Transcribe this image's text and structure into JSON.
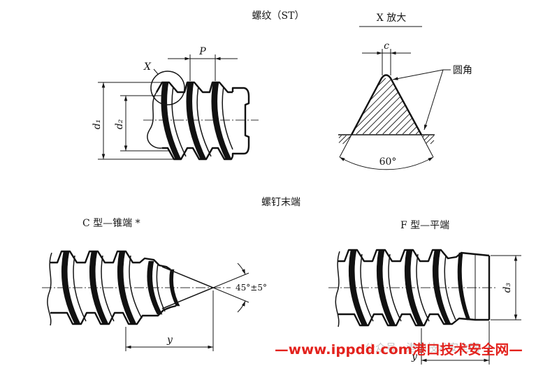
{
  "top": {
    "title": "螺纹（ST）",
    "detail_title": "X 放大",
    "label_p": "P",
    "label_x": "X",
    "label_d1": "d₁",
    "label_d2": "d₂",
    "label_c": "c",
    "label_fillet": "圆角",
    "label_angle": "60°"
  },
  "bottom": {
    "title": "螺钉末端",
    "cone_end": {
      "title": "C 型—锥端 *",
      "label_angle": "45°±5°",
      "label_y": "y"
    },
    "flat_end": {
      "title": "F 型—平端",
      "label_d3": "d₃",
      "label_y": "y"
    }
  },
  "watermark": {
    "text": "—www.ippdd.com港口技术安全网—",
    "faint_text": "公众号 · 港口技术安全网",
    "color": "#e3221d"
  }
}
